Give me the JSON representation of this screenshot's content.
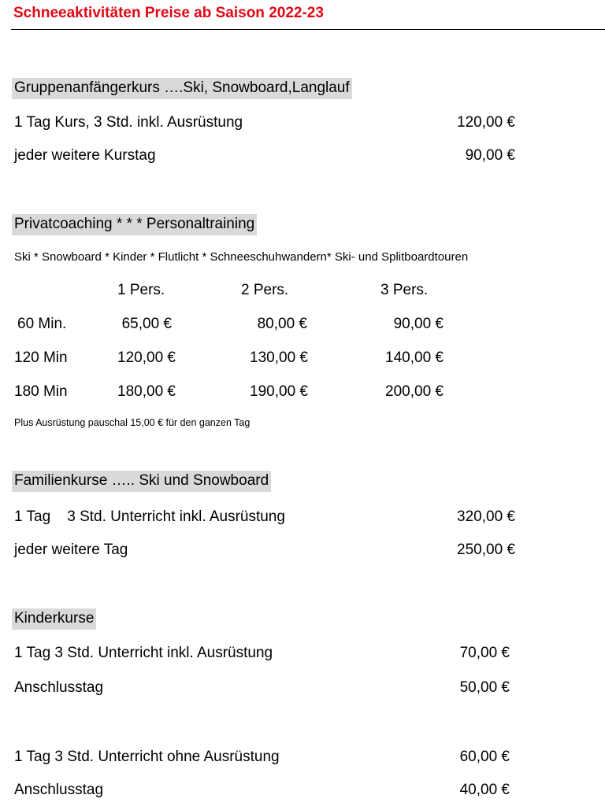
{
  "title": "Schneeaktivitäten Preise ab Saison 2022-23",
  "group_course": {
    "heading": "Gruppenanfängerkurs ….Ski, Snowboard,Langlauf",
    "rows": [
      {
        "label": "1 Tag Kurs, 3 Std. inkl. Ausrüstung",
        "price": "120,00 €"
      },
      {
        "label": "jeder weitere Kurstag",
        "price": "90,00 €"
      }
    ]
  },
  "private": {
    "heading": "Privatcoaching  * * * Personaltraining",
    "subtitle": "Ski * Snowboard * Kinder * Flutlicht * Schneeschuhwandern* Ski- und Splitboardtouren",
    "columns": [
      "1 Pers.",
      "2 Pers.",
      "3 Pers."
    ],
    "rows": [
      {
        "duration": "60 Min.",
        "prices": [
          "65,00 €",
          "80,00 €",
          "90,00 €"
        ]
      },
      {
        "duration": "120 Min",
        "prices": [
          "120,00 €",
          "130,00 €",
          "140,00 €"
        ]
      },
      {
        "duration": "180 Min",
        "prices": [
          "180,00 €",
          "190,00 €",
          "200,00 €"
        ]
      }
    ],
    "note": "Plus Ausrüstung pauschal 15,00 € für den ganzen Tag"
  },
  "family": {
    "heading": "Familienkurse ….. Ski und Snowboard",
    "rows": [
      {
        "label": "1 Tag    3 Std. Unterricht inkl. Ausrüstung",
        "price": "320,00 €"
      },
      {
        "label": "jeder weitere Tag",
        "price": "250,00 €"
      }
    ]
  },
  "kids": {
    "heading": "Kinderkurse",
    "rows": [
      {
        "label": "1 Tag 3 Std. Unterricht inkl. Ausrüstung",
        "price": "70,00 €"
      },
      {
        "label": "Anschlusstag",
        "price": "50,00 €"
      },
      {
        "label": "1 Tag 3 Std. Unterricht ohne Ausrüstung",
        "price": "60,00 €"
      },
      {
        "label": "Anschlusstag",
        "price": "40,00 €"
      }
    ]
  }
}
